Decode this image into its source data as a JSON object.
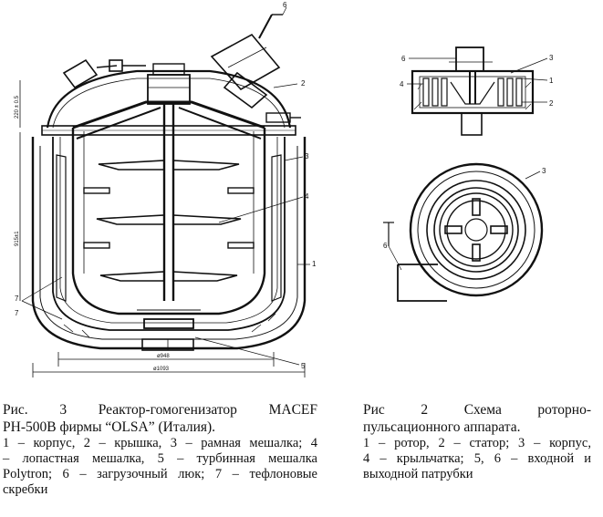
{
  "figure1": {
    "labels": {
      "l1": "1",
      "l2": "2",
      "l3": "3",
      "l4": "4",
      "l5": "5",
      "l6": "6",
      "l7a": "7",
      "l7b": "7"
    },
    "dims": {
      "d_cover": "220 ± 0.5",
      "d_height": "915±1",
      "d_inner": "ø948",
      "d_outer": "ø1093"
    },
    "caption": {
      "prefix": "Рис.",
      "number": "3",
      "title_a": "Реактор-гомогенизатор MACEF",
      "title_b": "PH-500B фирмы “OLSA” (Италия).",
      "legend": [
        "1 – корпус, 2 – крышка, 3 – рамная мешалка; 4",
        "– лопастная мешалка, 5 – турбинная мешалка",
        "Polytron; 6 – загрузочный люк; 7 – тефлоновые",
        "скребки"
      ]
    }
  },
  "figure2": {
    "labels": {
      "t1": "1",
      "t2": "2",
      "t3": "3",
      "t4": "4",
      "t6": "6",
      "b3": "3",
      "b5": "6"
    },
    "caption": {
      "prefix": "Рис 2",
      "title_a": "Схема роторно-",
      "title_b": "пульсационного аппарата.",
      "legend": [
        "1 – ротор, 2 – статор; 3 – корпус,",
        "4 – крыльчатка; 5, 6 – входной и",
        "выходной патрубки"
      ]
    }
  }
}
